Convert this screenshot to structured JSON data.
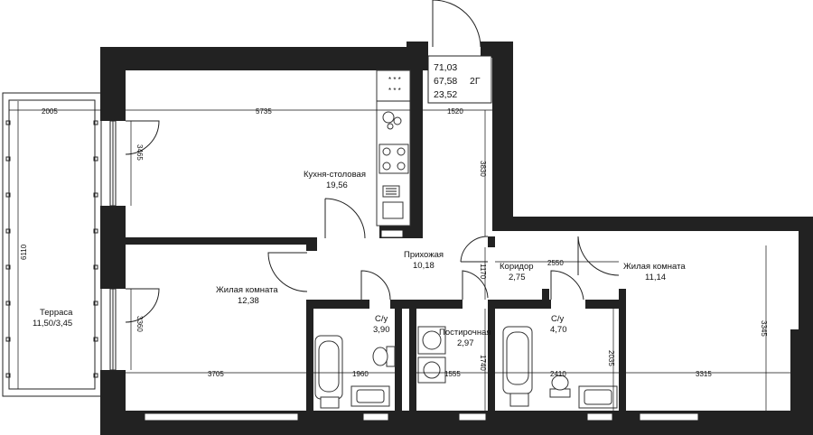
{
  "rooms": {
    "kitchen": {
      "name": "Кухня-столовая",
      "area": "19,56"
    },
    "hall": {
      "name": "Прихожая",
      "area": "10,18"
    },
    "living_left": {
      "name": "Жилая комната",
      "area": "12,38"
    },
    "bath_left": {
      "name": "С/у",
      "area": "3,90"
    },
    "laundry": {
      "name": "Постирочная",
      "area": "2,97"
    },
    "bath_right": {
      "name": "С/у",
      "area": "4,70"
    },
    "corridor": {
      "name": "Коридор",
      "area": "2,75"
    },
    "living_right": {
      "name": "Жилая комната",
      "area": "11,14"
    },
    "terrace": {
      "name": "Терраса",
      "area": "11,50/3,45"
    }
  },
  "info_box": {
    "total": "71,03",
    "living": "67,58",
    "extra": "23,52",
    "type": "2Г"
  },
  "dimensions": {
    "terrace_width": "2005",
    "terrace_length": "6110",
    "kitchen_width": "5735",
    "hall_top": "1520",
    "hall_height": "3830",
    "kitchen_window": "3465",
    "living_left_window": "3360",
    "living_left_width": "3705",
    "bath_left_width": "1960",
    "laundry_width": "1555",
    "laundry_height": "1740",
    "corridor_height": "1170",
    "corridor_width": "2550",
    "bath_right_width": "2410",
    "bath_right_height": "2035",
    "living_right_width": "3315",
    "living_right_height": "3345"
  }
}
